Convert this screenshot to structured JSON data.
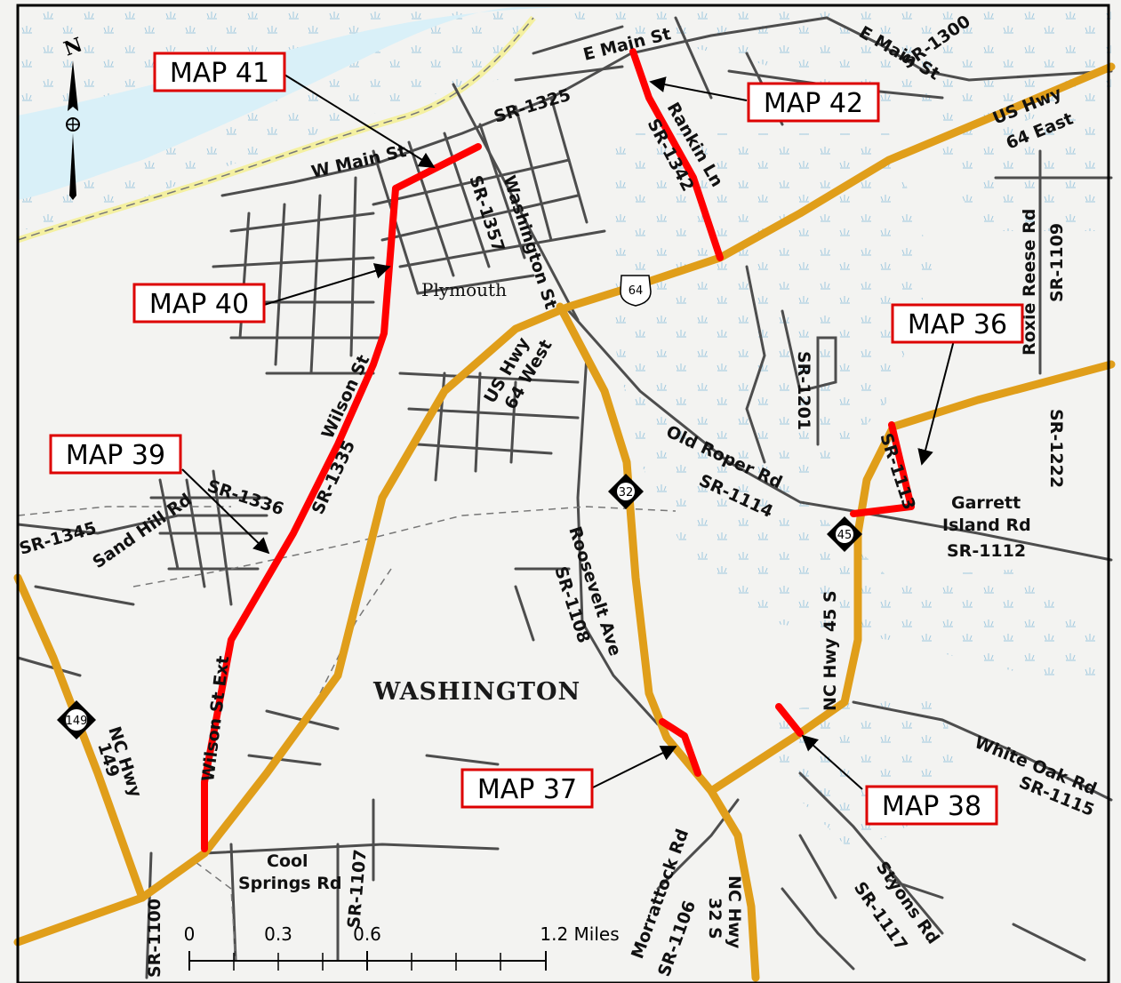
{
  "colors": {
    "background": "#f3f3f1",
    "water": "#d9f0f8",
    "highway": "#e09e1a",
    "target_segment": "#ff0000",
    "local_road": "#4d4d4d",
    "callout_border": "#dd0000"
  },
  "callouts": [
    {
      "id": "map41",
      "label": "MAP 41"
    },
    {
      "id": "map42",
      "label": "MAP 42"
    },
    {
      "id": "map40",
      "label": "MAP 40"
    },
    {
      "id": "map36",
      "label": "MAP 36"
    },
    {
      "id": "map39",
      "label": "MAP 39"
    },
    {
      "id": "map37",
      "label": "MAP 37"
    },
    {
      "id": "map38",
      "label": "MAP 38"
    }
  ],
  "roads": {
    "e_main_st": "E Main St",
    "e_main_st_2": "E Main St",
    "sr_1300": "SR-1300",
    "sr_1325": "SR-1325",
    "w_main_st": "W Main St",
    "rankin_ln": "Rankin Ln",
    "sr_1342": "SR-1342",
    "us64_east_1": "US Hwy",
    "us64_east_2": "64 East",
    "sr_1357": "SR-1357",
    "washington_st": "Washington St",
    "roxie_reese": "Roxie Reese Rd",
    "sr_1109": "SR-1109",
    "us64_west_1": "US Hwy",
    "us64_west_2": "64 West",
    "sr_1201": "SR-1201",
    "wilson_st": "Wilson St",
    "sr_1335": "SR-1335",
    "old_roper": "Old Roper Rd",
    "sr_1114": "SR-1114",
    "sr_1113": "SR-1113",
    "sr_1222": "SR-1222",
    "garrett_1": "Garrett",
    "garrett_2": "Island Rd",
    "sr_1112": "SR-1112",
    "sr_1336": "SR-1336",
    "sr_1345": "SR-1345",
    "sand_hill": "Sand Hill Rd",
    "roosevelt": "Roosevelt Ave",
    "sr_1108": "SR-1108",
    "nc45s": "NC Hwy 45 S",
    "wilson_ext": "Wilson St Ext",
    "nc149_1": "NC Hwy",
    "nc149_2": "149",
    "white_oak": "White Oak Rd",
    "sr_1115": "SR-1115",
    "cool_1": "Cool",
    "cool_2": "Springs Rd",
    "sr_1107": "SR-1107",
    "morrattock": "Morrattock Rd",
    "sr_1106": "SR-1106",
    "nc32s_1": "NC Hwy",
    "nc32s_2": "32 S",
    "styons": "Styons Rd",
    "sr_1117": "SR-1117",
    "sr_1100": "SR-1100"
  },
  "shields": {
    "us64": "64",
    "nc32": "32",
    "nc45": "45",
    "nc149": "149"
  },
  "places": {
    "town": "Plymouth",
    "county": "WASHINGTON"
  },
  "scale_bar": {
    "ticks": [
      "0",
      "0.3",
      "0.6",
      "1.2 Miles"
    ]
  },
  "north_arrow": {
    "letter": "N"
  }
}
